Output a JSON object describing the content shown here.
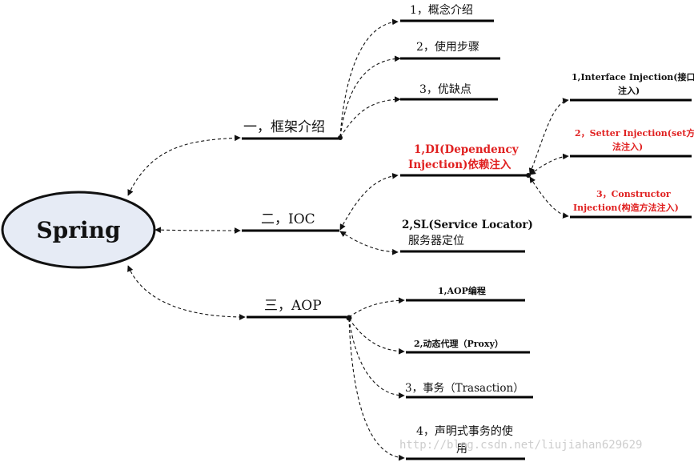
{
  "root": {
    "label": "Spring"
  },
  "branches": {
    "intro": {
      "label": "一，框架介绍",
      "children": [
        "1，概念介绍",
        "2，使用步骤",
        "3，优缺点"
      ]
    },
    "ioc": {
      "label": "二，IOC",
      "di": {
        "line1": "1,DI(Dependency",
        "line2": "Injection)依赖注入",
        "children": [
          {
            "line1": "1,Interface Injection(接口",
            "line2": "注入)"
          },
          {
            "line1": "2，Setter Injection(set方",
            "line2": "法注入)"
          },
          {
            "line1": "3，Constructor",
            "line2": "Injection(构造方法注入)"
          }
        ]
      },
      "sl": {
        "line1": "2,SL(Service Locator)",
        "line2": "服务器定位"
      }
    },
    "aop": {
      "label": "三，AOP",
      "children": [
        {
          "line1": "1,AOP编程"
        },
        {
          "line1": "2,动态代理（Proxy）"
        },
        {
          "line1": "3，事务（Trasaction）"
        },
        {
          "line1": "4，声明式事务的使",
          "line2": "用"
        }
      ]
    }
  },
  "watermark": "http://blog.csdn.net/liujiahan629629",
  "colors": {
    "ellipse_fill": "#e6ebf5",
    "accent_red": "#e02020",
    "ink": "#111111"
  }
}
